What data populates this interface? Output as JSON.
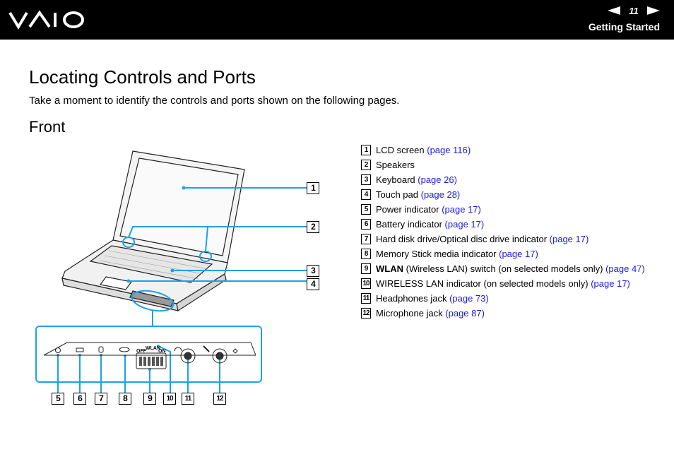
{
  "header": {
    "page_number": "11",
    "section": "Getting Started",
    "logo_text": "VAIO",
    "colors": {
      "background": "#000000",
      "text": "#ffffff"
    }
  },
  "title": "Locating Controls and Ports",
  "intro": "Take a moment to identify the controls and ports shown on the following pages.",
  "subtitle": "Front",
  "panel_labels": {
    "wlan": "WLAN",
    "off": "OFF",
    "on": "ON"
  },
  "callouts": [
    "1",
    "2",
    "3",
    "4",
    "5",
    "6",
    "7",
    "8",
    "9",
    "10",
    "11",
    "12"
  ],
  "legend": [
    {
      "num": "1",
      "text": "LCD screen ",
      "link": "(page 116)"
    },
    {
      "num": "2",
      "text": "Speakers",
      "link": ""
    },
    {
      "num": "3",
      "text": "Keyboard ",
      "link": "(page 26)"
    },
    {
      "num": "4",
      "text": "Touch pad ",
      "link": "(page 28)"
    },
    {
      "num": "5",
      "text": "Power indicator ",
      "link": "(page 17)"
    },
    {
      "num": "6",
      "text": "Battery indicator ",
      "link": "(page 17)"
    },
    {
      "num": "7",
      "text": "Hard disk drive/Optical disc drive indicator ",
      "link": "(page 17)"
    },
    {
      "num": "8",
      "text": "Memory Stick media indicator ",
      "link": "(page 17)"
    },
    {
      "num": "9",
      "bold": "WLAN",
      "text": " (Wireless LAN) switch (on selected models only) ",
      "link": "(page 47)"
    },
    {
      "num": "10",
      "text": "WIRELESS LAN indicator (on selected models only) ",
      "link": "(page 17)"
    },
    {
      "num": "11",
      "text": "Headphones jack ",
      "link": "(page 73)"
    },
    {
      "num": "12",
      "text": "Microphone jack ",
      "link": "(page 87)"
    }
  ],
  "link_color": "#1a1adc"
}
